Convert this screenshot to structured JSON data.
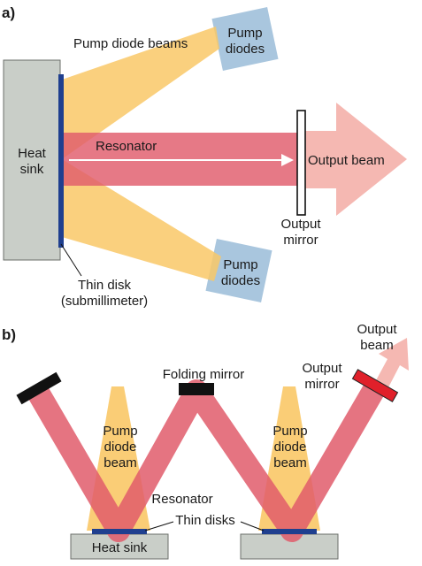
{
  "panel_a": {
    "label": "a)",
    "pump_beams_label": "Pump diode beams",
    "pump_diodes_top": [
      "Pump",
      "diodes"
    ],
    "pump_diodes_bottom": [
      "Pump",
      "diodes"
    ],
    "heat_sink": [
      "Heat",
      "sink"
    ],
    "resonator": "Resonator",
    "output_beam": "Output beam",
    "output_mirror": [
      "Output",
      "mirror"
    ],
    "thin_disk": [
      "Thin disk",
      "(submillimeter)"
    ]
  },
  "panel_b": {
    "label": "b)",
    "folding_mirror": "Folding mirror",
    "output_mirror": [
      "Output",
      "mirror"
    ],
    "output_beam": [
      "Output",
      "beam"
    ],
    "pump_beam_left": [
      "Pump",
      "diode",
      "beam"
    ],
    "pump_beam_right": [
      "Pump",
      "diode",
      "beam"
    ],
    "resonator": "Resonator",
    "thin_disks": "Thin disks",
    "heat_sink": "Heat sink"
  },
  "colors": {
    "pump": "#f9c867",
    "resonator": "#e15c6b",
    "output": "#f5b8b2",
    "heat_sink": "#c9cec8",
    "pump_diode_box": "#a9c6de",
    "disk": "#1f3f8f",
    "mirror_black": "#111111",
    "output_mirror_red": "#e0202a"
  }
}
